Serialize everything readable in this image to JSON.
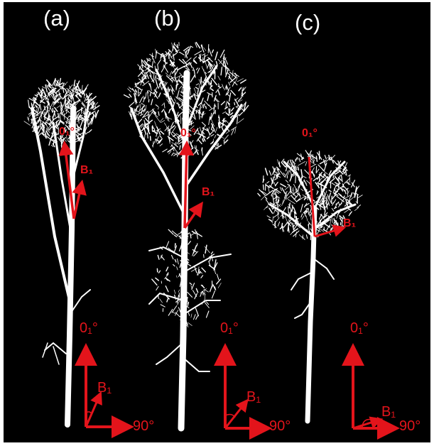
{
  "figure": {
    "background": "#000000",
    "tree_color": "#ffffff",
    "annotation_color": "#e3141b",
    "panels": [
      {
        "label": "(a)",
        "top_marker": "0₁°",
        "branch_marker": "B₁",
        "axis_top": "0₁°",
        "axis_branch": "B₁",
        "axis_right": "90°"
      },
      {
        "label": "(b)",
        "top_marker": "0₁°",
        "branch_marker": "B₁",
        "axis_top": "0₁°",
        "axis_branch": "B₁",
        "axis_right": "90°"
      },
      {
        "label": "(c)",
        "top_marker": "0₁°",
        "branch_marker": "B₁",
        "axis_top": "0₁°",
        "axis_branch": "B₁",
        "axis_right": "90°"
      }
    ]
  }
}
